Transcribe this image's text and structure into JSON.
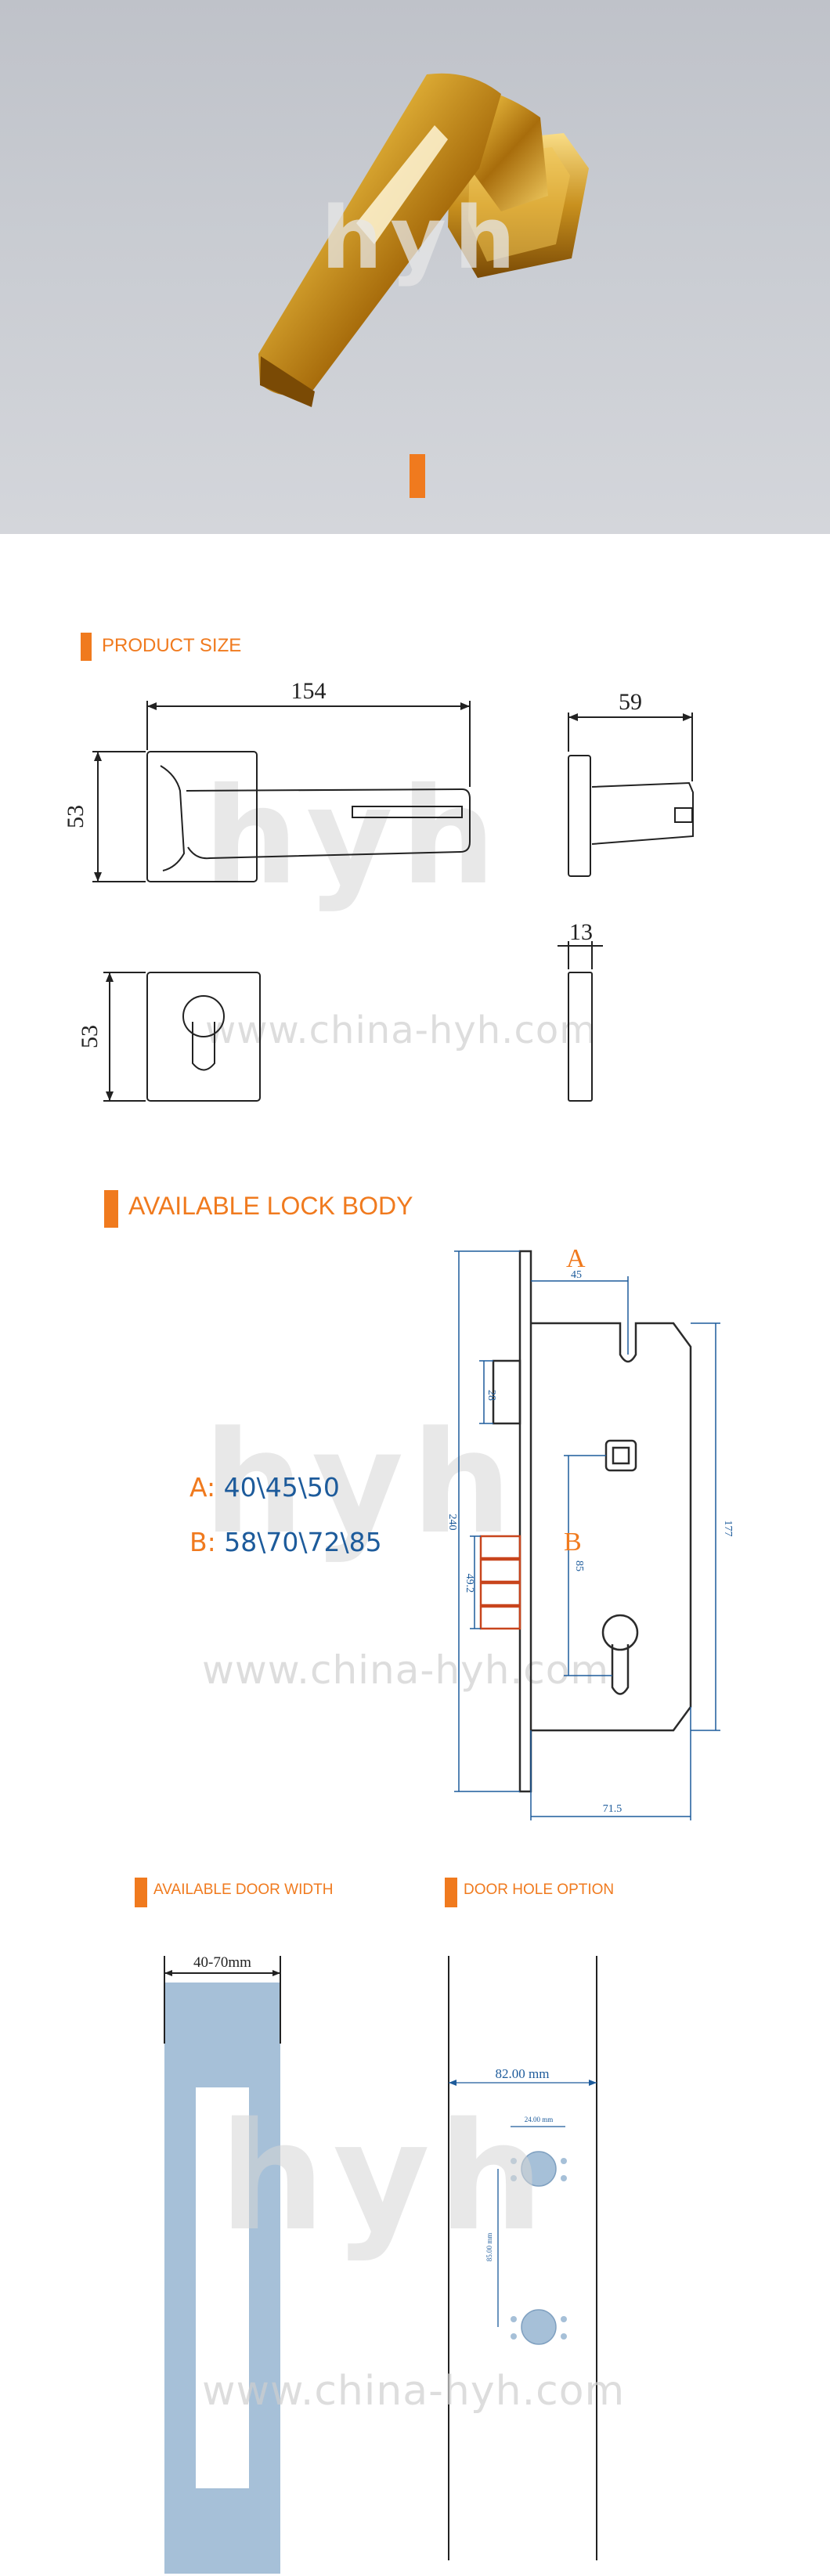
{
  "hero": {
    "watermark": "hyh",
    "accent_color": "#f07a1e"
  },
  "product_size": {
    "title": "PRODUCT SIZE",
    "dims": {
      "length": "154",
      "side_width": "59",
      "height": "53",
      "rose_height": "53",
      "rose_thickness": "13"
    }
  },
  "lock_body": {
    "title": "AVAILABLE LOCK BODY",
    "spec_a_key": "A:",
    "spec_a_values": "40\\45\\50",
    "spec_b_key": "B:",
    "spec_b_values": "58\\70\\72\\85",
    "label_a": "A",
    "label_b": "B",
    "dims": {
      "a": "45",
      "b": "85",
      "latch": "28",
      "total": "240",
      "front": "49.2",
      "depth": "71.5",
      "height": "177"
    }
  },
  "door_width": {
    "title": "AVAILABLE DOOR WIDTH",
    "range": "40-70mm"
  },
  "door_hole": {
    "title": "DOOR HOLE OPTION",
    "width": "82.00 mm",
    "hole_diameter": "24.00 mm",
    "hole_spacing": "85.00 mm"
  },
  "watermark": {
    "logo": "hyh",
    "url": "www.china-hyh.com"
  },
  "colors": {
    "accent": "#f07a1e",
    "dimension_blue": "#1d5b9b",
    "door_fill": "#a6c0d8"
  }
}
